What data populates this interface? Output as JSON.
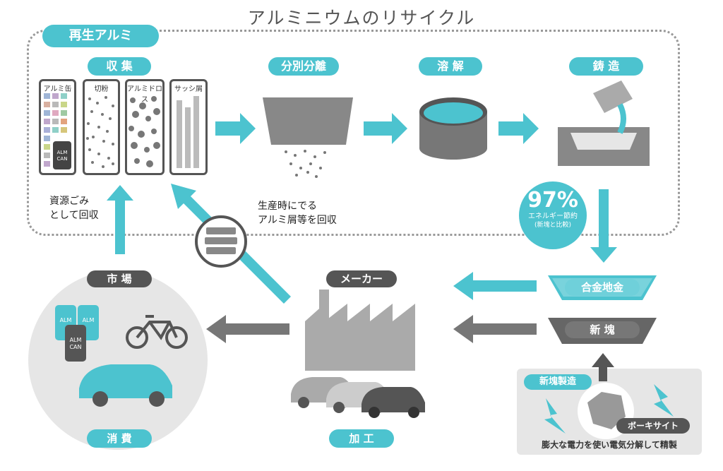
{
  "title": "アルミニウムのリサイクル",
  "recycle_label": "再生アルミ",
  "stages": {
    "collect": "収 集",
    "sort": "分別分離",
    "melt": "溶 解",
    "cast": "鋳 造"
  },
  "cards": [
    "アルミ缶",
    "切粉",
    "アルミドロス",
    "サッシ屑"
  ],
  "can_text": [
    "ALM",
    "CAN"
  ],
  "notes": {
    "resource": [
      "資源ごみ",
      "として回収"
    ],
    "scrap": [
      "生産時にでる",
      "アルミ屑等を回収"
    ]
  },
  "energy": {
    "percent": "97%",
    "label": "エネルギー節約",
    "sub": "(新塊と比較)"
  },
  "ingots": {
    "alloy": "合金地金",
    "new": "新 塊"
  },
  "market": "市 場",
  "consume": "消 費",
  "maker": "メーカー",
  "process": "加 工",
  "bauxite_box": {
    "label": "新塊製造",
    "ore": "ボーキサイト",
    "caption": "膨大な電力を使い電気分解して精製"
  },
  "colors": {
    "teal": "#4cc3cf",
    "dark": "#555555",
    "gray": "#777777",
    "light": "#e6e6e6"
  }
}
